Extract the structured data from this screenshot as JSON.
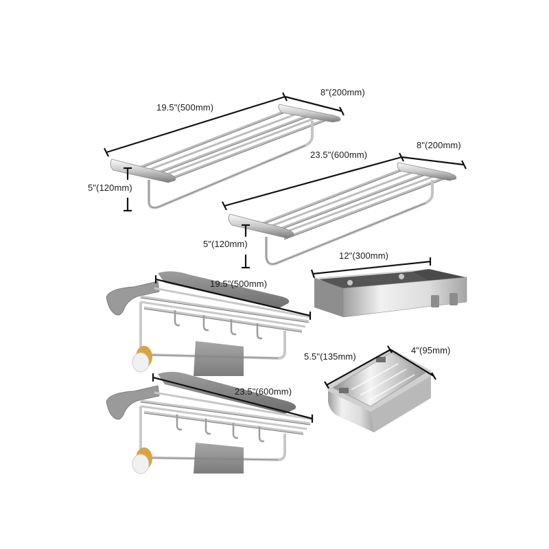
{
  "products": [
    {
      "id": "towel-rack-500",
      "name": "towel-rack-fixed",
      "dims": {
        "length": "19.5\"(500mm)",
        "depth": "8\"(200mm)",
        "height": "5\"(120mm)"
      }
    },
    {
      "id": "towel-rack-600",
      "name": "towel-rack-fixed",
      "dims": {
        "length": "23.5\"(600mm)",
        "depth": "8\"(200mm)",
        "height": "5\"(120mm)"
      }
    },
    {
      "id": "folding-rack-500",
      "name": "folding-towel-rack-with-hooks",
      "dims": {
        "length": "19.5\"(500mm)"
      }
    },
    {
      "id": "folding-rack-600",
      "name": "folding-towel-rack-with-hooks",
      "dims": {
        "length": "23.5\"(600mm)"
      }
    },
    {
      "id": "shelf-basket",
      "name": "shelf-basket-with-hooks",
      "dims": {
        "length": "12\"(300mm)"
      }
    },
    {
      "id": "soap-dish",
      "name": "soap-dish",
      "dims": {
        "length": "5.5\"(135mm)",
        "width": "4\"(95mm)"
      }
    }
  ],
  "colors": {
    "background": "#ffffff",
    "chrome_light": "#f2f2f2",
    "chrome_mid": "#b8b8b8",
    "chrome_dark": "#6e6e6e",
    "towel": "#8a8a8a",
    "dimension_line": "#111111",
    "accent_hook": "#d9a441"
  }
}
